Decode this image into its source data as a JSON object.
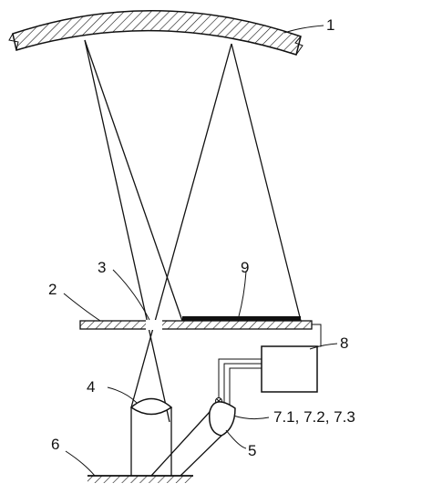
{
  "labels": {
    "mirror": "1",
    "plate": "2",
    "aperture": "3",
    "lens_upper": "4",
    "lens_lower": "5",
    "base": "6",
    "sensors": "7.1, 7.2, 7.3",
    "controller": "8",
    "strip": "9"
  }
}
